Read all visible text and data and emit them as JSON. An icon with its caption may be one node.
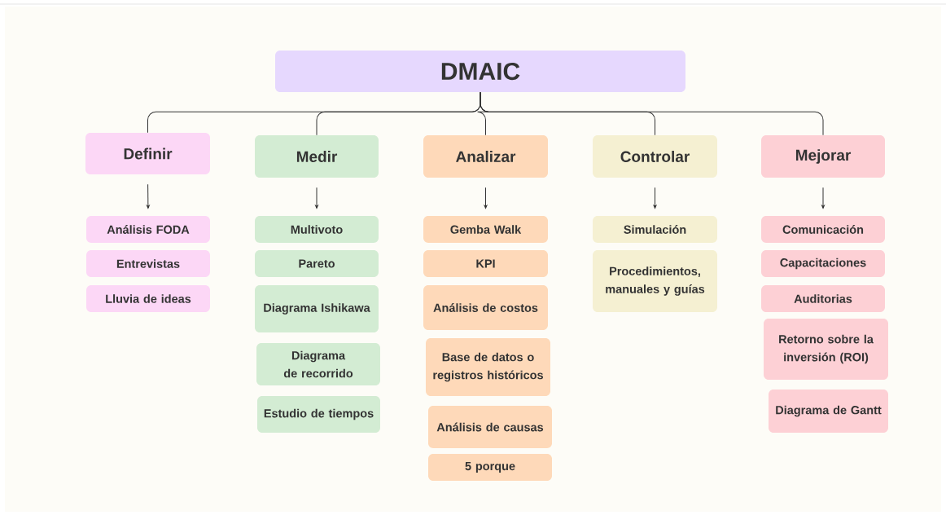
{
  "diagram": {
    "nodes": [
      {
        "text": [
          "DMAIC"
        ]
      },
      {
        "text": [
          "Definir"
        ]
      },
      {
        "text": [
          "Medir"
        ]
      },
      {
        "text": [
          "Analizar"
        ]
      },
      {
        "text": [
          "Controlar"
        ]
      },
      {
        "text": [
          "Mejorar"
        ]
      },
      {
        "text": [
          "Análisis FODA"
        ]
      },
      {
        "text": [
          "Entrevistas"
        ]
      },
      {
        "text": [
          "Lluvia de ideas"
        ]
      },
      {
        "text": [
          "Multivoto"
        ]
      },
      {
        "text": [
          "Pareto"
        ]
      },
      {
        "text": [
          "Diagrama Ishikawa"
        ]
      },
      {
        "text": [
          "Diagrama de recorrido"
        ]
      },
      {
        "text": [
          "Estudio de tiempos"
        ]
      },
      {
        "text": [
          "Gemba Walk"
        ]
      },
      {
        "text": [
          "KPI"
        ]
      },
      {
        "text": [
          "Análisis de costos"
        ]
      },
      {
        "text": [
          "Base de datos o registros históricos"
        ]
      },
      {
        "text": [
          "Análisis de causas"
        ]
      },
      {
        "text": [
          "5 porque"
        ]
      },
      {
        "text": [
          "Simulación"
        ]
      },
      {
        "text": [
          "Procedimientos, manuales y guías"
        ]
      },
      {
        "text": [
          "Comunicación"
        ]
      },
      {
        "text": [
          "Capacitaciones"
        ]
      },
      {
        "text": [
          "Auditorias"
        ]
      },
      {
        "text": [
          "Retorno sobre la inversión (ROI)"
        ]
      },
      {
        "text": [
          "Diagrama de Gantt"
        ]
      }
    ],
    "edges": [
      {
        "from": 0,
        "to": 1,
        "arrow": "none"
      },
      {
        "from": 0,
        "to": 2,
        "arrow": "none"
      },
      {
        "from": 0,
        "to": 3,
        "arrow": "none"
      },
      {
        "from": 0,
        "to": 4,
        "arrow": "none"
      },
      {
        "from": 0,
        "to": 5,
        "arrow": "none"
      },
      {
        "from": 1,
        "to": 6,
        "arrow": "to"
      },
      {
        "from": 2,
        "to": 9,
        "arrow": "to"
      },
      {
        "from": 3,
        "to": 14,
        "arrow": "to"
      },
      {
        "from": 4,
        "to": 20,
        "arrow": "to"
      },
      {
        "from": 5,
        "to": 22,
        "arrow": "to"
      }
    ]
  }
}
